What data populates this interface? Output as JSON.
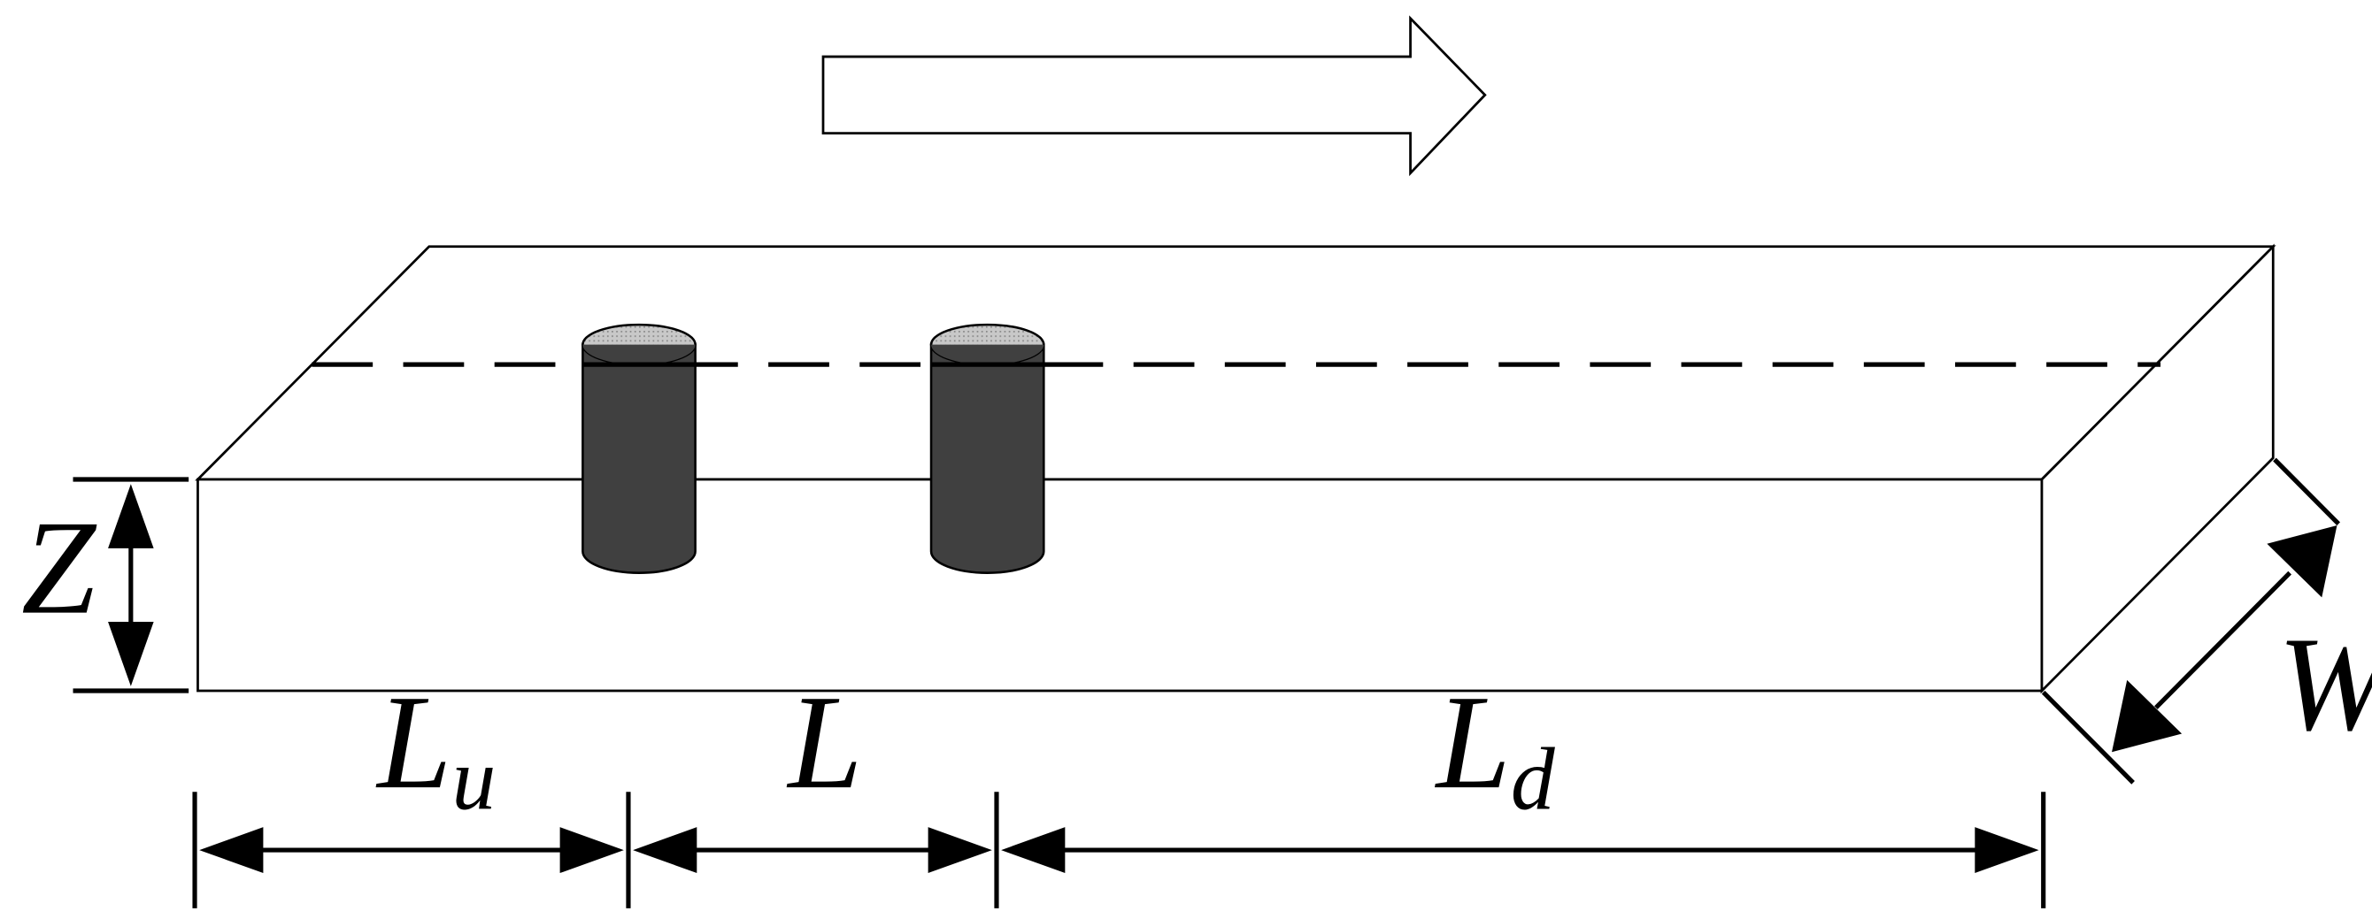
{
  "labels": {
    "z": "Z",
    "w": "W",
    "lu_main": "L",
    "lu_sub": "u",
    "l": "L",
    "ld_main": "L",
    "ld_sub": "d"
  },
  "colors": {
    "line": "#000000",
    "cylinder_body": "#404040",
    "cylinder_top": "#c8c8c8",
    "background": "#ffffff"
  }
}
